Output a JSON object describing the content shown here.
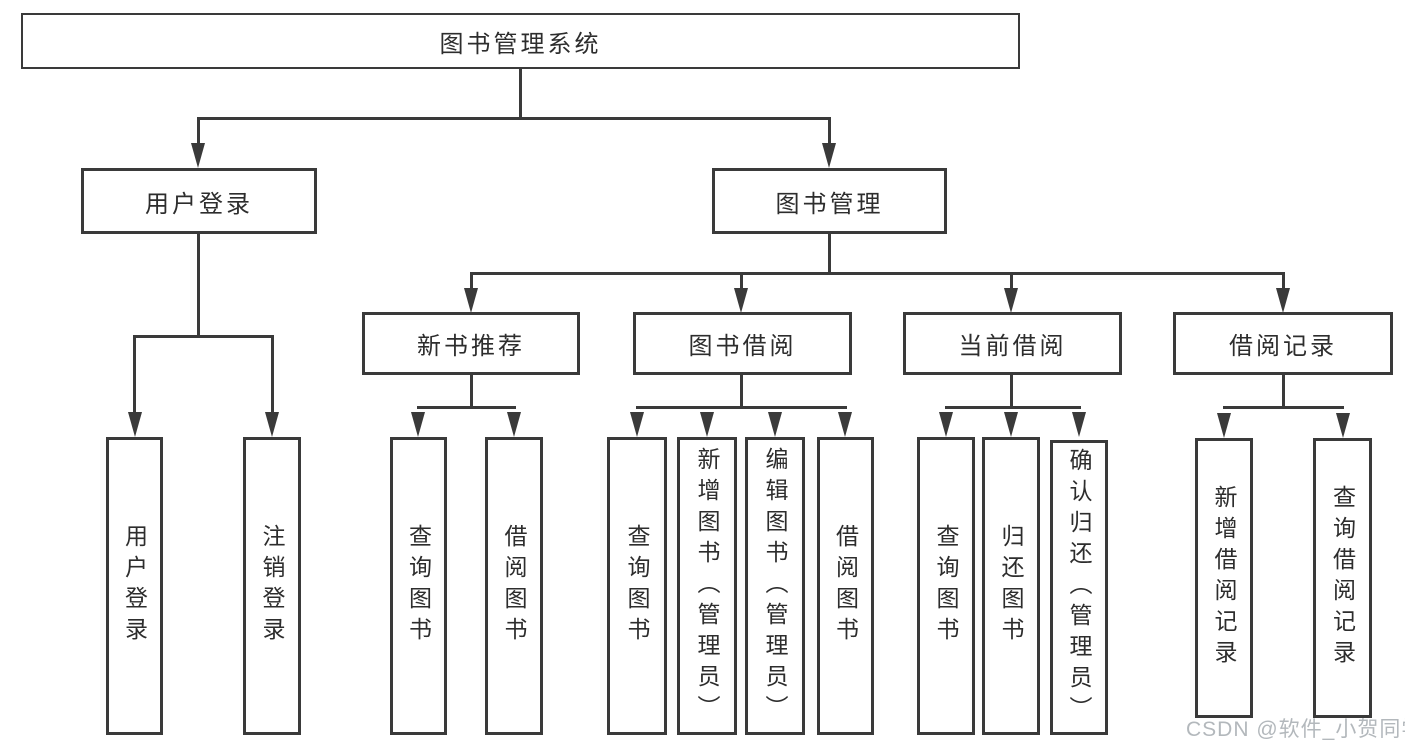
{
  "title": {
    "root": "图书管理系统"
  },
  "level2": {
    "user_login": "用户登录",
    "book_management": "图书管理"
  },
  "level3": {
    "new_book": "新书推荐",
    "book_borrow": "图书借阅",
    "current_borrow": "当前借阅",
    "borrow_record": "借阅记录"
  },
  "leaves": {
    "user_login": [
      "用户登录",
      "注销登录"
    ],
    "new_book": [
      "查询图书",
      "借阅图书"
    ],
    "book_borrow": [
      "查询图书",
      "新增图书（管理员）",
      "编辑图书（管理员）",
      "借阅图书"
    ],
    "current_borrow": [
      "查询图书",
      "归还图书",
      "确认归还（管理员）"
    ],
    "borrow_record": [
      "新增借阅记录",
      "查询借阅记录"
    ]
  },
  "watermark": "CSDN @软件_小贺同学",
  "colors": {
    "line": "#3a3a3a",
    "text": "#2d2d2d",
    "background": "#ffffff",
    "watermark": "#9aa0a6"
  }
}
